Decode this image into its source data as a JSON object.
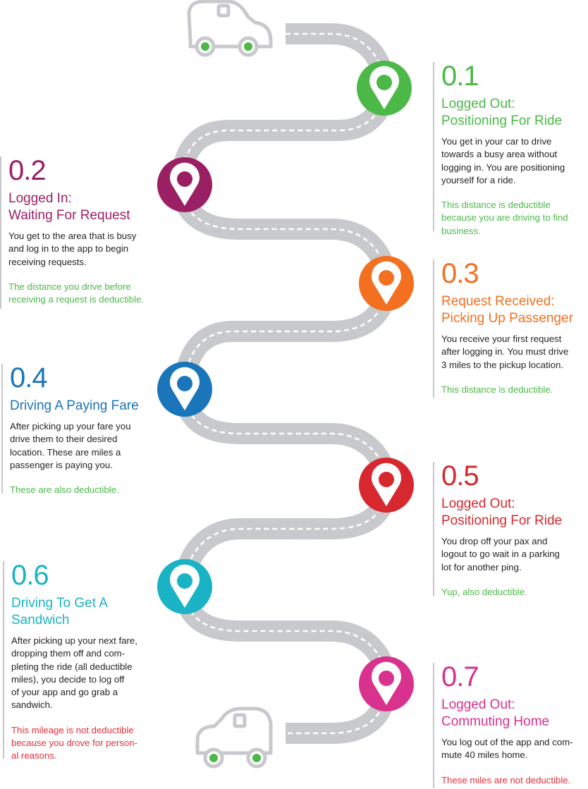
{
  "colors": {
    "road": "#c8c9cc",
    "road_dash": "#ffffff",
    "car_outline": "#c8c9cc",
    "wheel_hub": "#4cb847",
    "note_green": "#4cb847",
    "note_red": "#e2303a"
  },
  "steps": [
    {
      "id": "0.1",
      "number": "0.1",
      "title": "Logged Out:\nPositioning For Ride",
      "body": "You get in your car to drive\ntowards a busy area without\nlogging in. You are positioning\nyourself for a ride.",
      "note": "This distance is deductible\nbecause you are driving to find\nbusiness.",
      "color": "#4cb847",
      "note_color": "#4cb847",
      "pin_icon": "map-pin-icon"
    },
    {
      "id": "0.2",
      "number": "0.2",
      "title": "Logged In:\nWaiting For Request",
      "body": "You get to the area that is busy\nand log in to the app to begin\nreceiving requests.",
      "note": "The distance you drive before\nreceiving a request is deductible.",
      "color": "#9b1f63",
      "note_color": "#4cb847",
      "pin_icon": "map-pin-icon"
    },
    {
      "id": "0.3",
      "number": "0.3",
      "title": "Request Received:\nPicking Up Passenger",
      "body": "You receive your first request\nafter logging in. You must drive\n3 miles to the pickup location.",
      "note": "This distance is deductible.",
      "color": "#f37021",
      "note_color": "#4cb847",
      "pin_icon": "map-pin-icon"
    },
    {
      "id": "0.4",
      "number": "0.4",
      "title": "Driving A Paying Fare",
      "body": "After picking up your fare you\ndrive them to their desired\nlocation. These are miles a\npassenger is paying you.",
      "note": "These are also deductible.",
      "color": "#1a75bb",
      "note_color": "#4cb847",
      "pin_icon": "map-pin-icon"
    },
    {
      "id": "0.5",
      "number": "0.5",
      "title": "Logged Out:\nPositioning For Ride",
      "body": "You drop off your pax and\nlogout to go wait in a parking\nlot for another ping.",
      "note": "Yup, also deductible.",
      "color": "#d7282f",
      "note_color": "#4cb847",
      "pin_icon": "map-pin-icon"
    },
    {
      "id": "0.6",
      "number": "0.6",
      "title": "Driving To Get A\nSandwich",
      "body": "After picking up your next fare,\ndropping them off and com-\npleting the ride (all deductible\nmiles), you decide to log off\nof your app and go grab a\nsandwich.",
      "note": "This mileage is not deductible\nbecause you drove for person-\nal reasons.",
      "color": "#1ab3c5",
      "note_color": "#e2303a",
      "pin_icon": "map-pin-icon"
    },
    {
      "id": "0.7",
      "number": "0.7",
      "title": "Logged Out:\nCommuting Home",
      "body": "You log out of the app and com-\nmute 40 miles home.",
      "note": "These miles are not deductible.",
      "color": "#d9318e",
      "note_color": "#e2303a",
      "pin_icon": "map-pin-icon"
    }
  ],
  "icons": [
    "car-icon",
    "map-pin-icon"
  ]
}
